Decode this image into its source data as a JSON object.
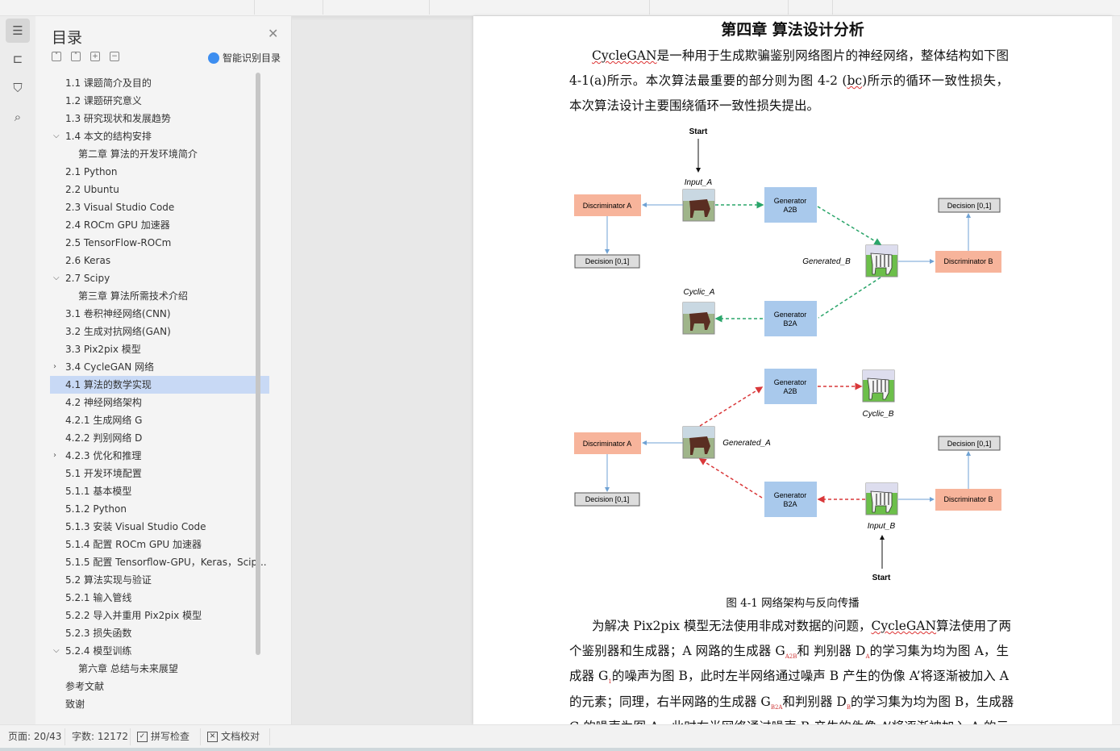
{
  "nav": {
    "title": "目录",
    "smart_label": "智能识别目录",
    "items": [
      {
        "label": "1.1  课题简介及目的",
        "level": 1
      },
      {
        "label": "1.2  课题研究意义",
        "level": 1
      },
      {
        "label": "1.3  研究现状和发展趋势",
        "level": 1
      },
      {
        "label": "1.4  本文的结构安排",
        "level": 1,
        "chev": "v"
      },
      {
        "label": "第二章  算法的开发环境简介",
        "level": 2
      },
      {
        "label": "2.1 Python",
        "level": 1
      },
      {
        "label": "2.2 Ubuntu",
        "level": 1
      },
      {
        "label": "2.3 Visual Studio Code",
        "level": 1
      },
      {
        "label": "2.4 ROCm GPU 加速器",
        "level": 1
      },
      {
        "label": "2.5 TensorFlow-ROCm",
        "level": 1
      },
      {
        "label": "2.6 Keras",
        "level": 1
      },
      {
        "label": "2.7 Scipy",
        "level": 1,
        "chev": "v"
      },
      {
        "label": "第三章  算法所需技术介绍",
        "level": 2
      },
      {
        "label": "3.1  卷积神经网络(CNN)",
        "level": 1
      },
      {
        "label": "3.2  生成对抗网络(GAN)",
        "level": 1
      },
      {
        "label": "3.3 Pix2pix 模型",
        "level": 1
      },
      {
        "label": "3.4 CycleGAN 网络",
        "level": 1,
        "chev": ">"
      },
      {
        "label": "4.1  算法的数学实现",
        "level": 1,
        "selected": true
      },
      {
        "label": "4.2  神经网络架构",
        "level": 1
      },
      {
        "label": "4.2.1  生成网络 G",
        "level": 1
      },
      {
        "label": "4.2.2  判别网络  D",
        "level": 1
      },
      {
        "label": "4.2.3  优化和推理",
        "level": 1,
        "chev": ">"
      },
      {
        "label": "5.1  开发环境配置",
        "level": 1
      },
      {
        "label": "5.1.1  基本模型",
        "level": 1
      },
      {
        "label": "5.1.2 Python",
        "level": 1
      },
      {
        "label": "5.1.3  安装 Visual Studio Code",
        "level": 1
      },
      {
        "label": "5.1.4  配置 ROCm GPU 加速器",
        "level": 1
      },
      {
        "label": "5.1.5  配置 Tensorflow-GPU，Keras，Scip...",
        "level": 1
      },
      {
        "label": "5.2  算法实现与验证",
        "level": 1
      },
      {
        "label": "5.2.1  输入管线",
        "level": 1
      },
      {
        "label": "5.2.2  导入并重用 Pix2pix 模型",
        "level": 1
      },
      {
        "label": "5.2.3  损失函数",
        "level": 1
      },
      {
        "label": "5.2.4  模型训练",
        "level": 1,
        "chev": "v"
      },
      {
        "label": "第六章  总结与未来展望",
        "level": 2
      },
      {
        "label": "参考文献",
        "level": 0
      },
      {
        "label": "致谢",
        "level": 0
      }
    ]
  },
  "doc": {
    "heading": "第四章  算法设计分析",
    "p1": {
      "l1a": "CycleGAN",
      "l1b": "是一种用于生成欺骗鉴别网络图片的神经网络，整体结构如下图",
      "l2a": "4-1(a)所示。本次算法最重要的部分则为图 4-2 (",
      "l2b": "bc",
      "l2c": ")所示的循环一致性损失，",
      "l3": "本次算法设计主要围绕循环一致性损失提出。"
    },
    "caption": "图 4-1  网络架构与反向传播",
    "p2": {
      "l1a": "为解决 Pix2pix 模型无法使用非成对数据的问题，",
      "l1b": "CycleGAN",
      "l1c": "算法使用了两",
      "l2a": "个鉴别器和生成器；A 网路的生成器 G",
      "l2s1": "A2B",
      "l2b": "和  判别器 D",
      "l2s2": "A",
      "l2c": "的学习集为均为图 A，生",
      "l3a": "成器 G",
      "l3s": "1",
      "l3b": "的噪声为图 B，此时左半网络通过噪声 B 产生的伪像 A’将逐渐被加入 A",
      "l4a": "的元素；同理，右半网路的生成器 G",
      "l4s1": "B2A",
      "l4b": "和判别器 D",
      "l4s2": "B",
      "l4c": "的学习集为均为图 B，生成器",
      "l5": "G 的噪声为图 A，此时右半网络通过噪声 B 产生的伪像 A’将逐渐被加入 A 的元"
    },
    "diagram": {
      "start": "Start",
      "input_a": "Input_A",
      "input_b": "Input_B",
      "disc_a": "Discriminator A",
      "disc_b": "Discriminator B",
      "decision": "Decision [0,1]",
      "gen": "Generator",
      "a2b": "A2B",
      "b2a": "B2A",
      "generated_b": "Generated_B",
      "generated_a": "Generated_A",
      "cyclic_a": "Cyclic_A",
      "cyclic_b": "Cyclic_B"
    }
  },
  "status": {
    "page": "页面: 20/43",
    "words": "字数: 12172",
    "spell": "拼写检查",
    "proof": "文档校对"
  },
  "colors": {
    "disc": "#f7b49b",
    "gen": "#a9c9ec",
    "green": "#2aa56a",
    "red": "#d9383a",
    "blue_line": "#6fa2d4"
  }
}
